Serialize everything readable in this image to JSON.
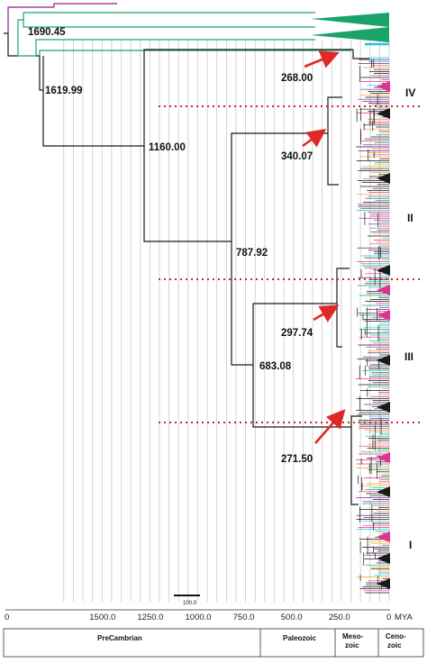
{
  "node_ages": {
    "n1690": "1690.45",
    "n1619": "1619.99",
    "n1160": "1160.00",
    "n787": "787.92",
    "n683": "683.08",
    "n340": "340.07",
    "n297": "297.74",
    "n271": "271.50",
    "n268": "268.00"
  },
  "group_labels": {
    "iv": "IV",
    "ii": "II",
    "iii": "III",
    "i": "I"
  },
  "scale_bar": {
    "label": "100.0"
  },
  "time_axis": {
    "unit": "MYA",
    "ticks": [
      "1500.0",
      "1250.0",
      "1000.0",
      "750.0",
      "500.0",
      "250.0",
      "0"
    ]
  },
  "eras": {
    "precambrian": "PreCambrian",
    "paleozoic": "Paleozoic",
    "mesozoic_1": "Meso-",
    "mesozoic_2": "zoic",
    "cenozoic_1": "Ceno-",
    "cenozoic_2": "zoic"
  },
  "colors": {
    "branch": "#1a1a1a",
    "green": "#1aa36a",
    "magenta": "#e0338f",
    "purple": "#8a1e93",
    "cyan": "#22c5d6",
    "red_dotted": "#dd1f1f",
    "arrow": "#e02828",
    "grid": "#c9c9c9"
  }
}
